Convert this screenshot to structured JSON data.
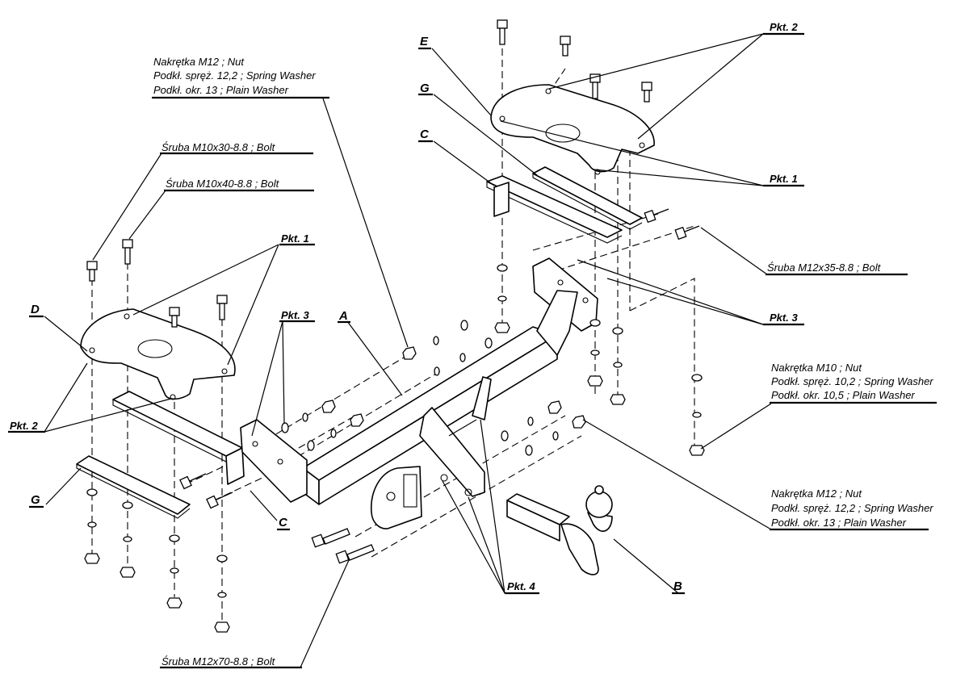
{
  "part_letters": {
    "a": "A",
    "b": "B",
    "c": "C",
    "d": "D",
    "e": "E",
    "g": "G"
  },
  "points": {
    "pkt1": "Pkt. 1",
    "pkt2": "Pkt. 2",
    "pkt3": "Pkt. 3",
    "pkt4": "Pkt. 4"
  },
  "hardware": {
    "nut_m12_top": [
      "Nakrętka  M12 ; Nut",
      "Podkł. spręż. 12,2 ; Spring Washer",
      "Podkł. okr. 13 ; Plain Washer"
    ],
    "bolt_m10x30": "Śruba M10x30-8.8   ;  Bolt",
    "bolt_m10x40": "Śruba M10x40-8.8   ;  Bolt",
    "bolt_m12x35": "Śruba M12x35-8.8   ;  Bolt",
    "nut_m10": [
      "Nakrętka  M10 ; Nut",
      "Podkł. spręż. 10,2 ; Spring Washer",
      "Podkł. okr. 10,5 ; Plain Washer"
    ],
    "nut_m12_right": [
      "Nakrętka  M12 ; Nut",
      "Podkł. spręż. 12,2 ; Spring Washer",
      "Podkł. okr. 13 ; Plain Washer"
    ],
    "bolt_m12x70": "Śruba M12x70-8.8   ;  Bolt"
  }
}
